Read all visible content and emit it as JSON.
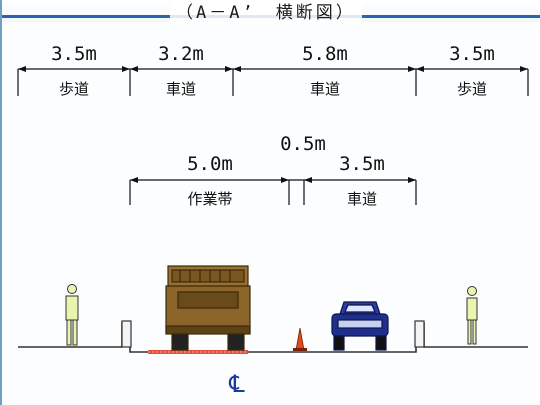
{
  "title": "（A－A’　横断図）",
  "upper_section": {
    "segments": [
      {
        "width": "3.5m",
        "label": "歩道"
      },
      {
        "width": "3.2m",
        "label": "車道"
      },
      {
        "width": "5.8m",
        "label": "車道"
      },
      {
        "width": "3.5m",
        "label": "歩道"
      }
    ]
  },
  "lower_section": {
    "segments": [
      {
        "width": "5.0m",
        "label": "作業帯"
      },
      {
        "width": "0.5m",
        "label": ""
      },
      {
        "width": "3.5m",
        "label": "車道"
      }
    ]
  },
  "centerline_symbol": "℄",
  "colors": {
    "frame": "#6fa0bf",
    "title_line": "#2b63b0",
    "truck": "#8a6428",
    "car": "#1f2f8c",
    "cone": "#e04a1a",
    "work_zone": "#e0503a",
    "person": "#e8f4b0",
    "centerline": "#1b3a9a"
  },
  "icons": [
    "pedestrian-icon",
    "truck-icon",
    "traffic-cone-icon",
    "car-icon",
    "centerline-icon"
  ]
}
